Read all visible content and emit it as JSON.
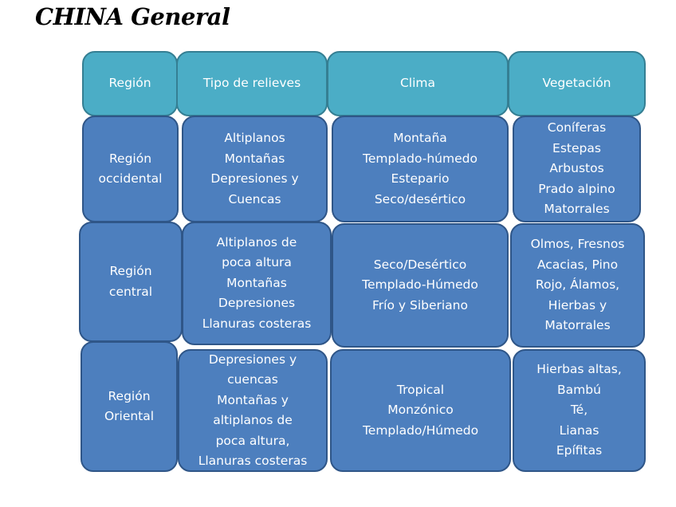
{
  "title": "CHINA General",
  "colors": {
    "header_fill": "#4badc6",
    "body_fill": "#4d7fbe",
    "text": "#ffffff"
  },
  "headers": [
    "Región",
    "Tipo de relieves",
    "Clima",
    "Vegetación"
  ],
  "rows": [
    {
      "region": "Región\noccidental",
      "relieves": "Altiplanos\nMontañas\nDepresiones y\nCuencas",
      "clima": "Montaña\nTemplado-húmedo\nEstepario\nSeco/desértico",
      "vegetacion": "Coníferas\nEstepas\nArbustos\nPrado alpino\nMatorrales"
    },
    {
      "region": "Región\ncentral",
      "relieves": "Altiplanos de\npoca altura\nMontañas\nDepresiones\nLlanuras costeras",
      "clima": "Seco/Desértico\nTemplado-Húmedo\nFrío y Siberiano",
      "vegetacion": "Olmos, Fresnos\nAcacias, Pino\nRojo, Álamos,\nHierbas y\nMatorrales"
    },
    {
      "region": "Región\nOriental",
      "relieves": "Depresiones y\ncuencas\nMontañas y\naltiplanos de\npoca altura,\nLlanuras costeras",
      "clima": "Tropical\nMonzónico\nTemplado/Húmedo",
      "vegetacion": "Hierbas altas,\nBambú\nTé,\nLianas\nEpífitas"
    }
  ]
}
